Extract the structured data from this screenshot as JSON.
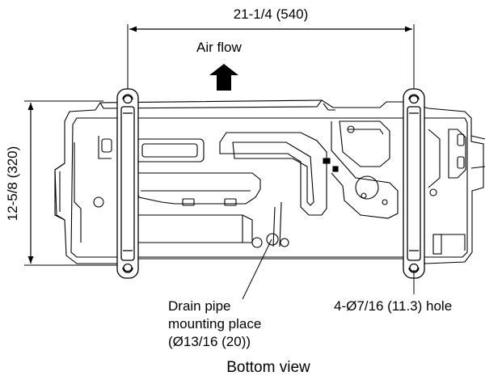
{
  "dimensions": {
    "width_label": "21-1/4 (540)",
    "height_label": "12-5/8 (320)"
  },
  "airflow": {
    "label": "Air flow"
  },
  "drain": {
    "line1": "Drain pipe",
    "line2": "mounting place",
    "line3": "(Ø13/16 (20))"
  },
  "hole": {
    "label": "4-Ø7/16 (11.3) hole"
  },
  "caption": "Bottom view"
}
